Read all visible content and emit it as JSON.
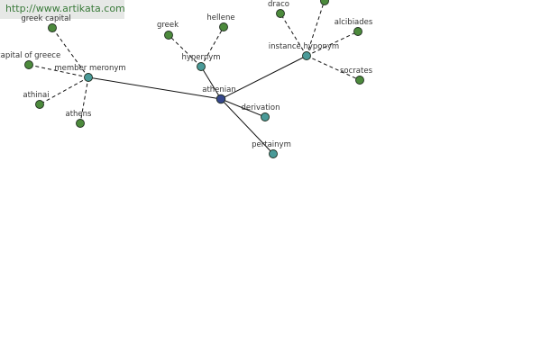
{
  "banner": {
    "url": "http://www.artikata.com"
  },
  "graph": {
    "colors": {
      "center": "#36478c",
      "relation": "#4a9a98",
      "leaf": "#4c8a3c",
      "edge": "#111111"
    },
    "nodes": {
      "center": {
        "label": "athenian"
      },
      "hypernym": {
        "label": "hypernym"
      },
      "instance_hyponym": {
        "label": "instance hyponym"
      },
      "member_meronym": {
        "label": "member meronym"
      },
      "derivation": {
        "label": "derivation"
      },
      "pertainym": {
        "label": "pertainym"
      },
      "greek": {
        "label": "greek"
      },
      "hellene": {
        "label": "hellene"
      },
      "draco": {
        "label": "draco"
      },
      "alcibiades": {
        "label": "alcibiades"
      },
      "socrates": {
        "label": "socrates"
      },
      "greek_capital": {
        "label": "greek capital"
      },
      "capital_of_greece": {
        "label": "capital of greece"
      },
      "athinai": {
        "label": "athinai"
      },
      "athens": {
        "label": "athens"
      }
    }
  }
}
